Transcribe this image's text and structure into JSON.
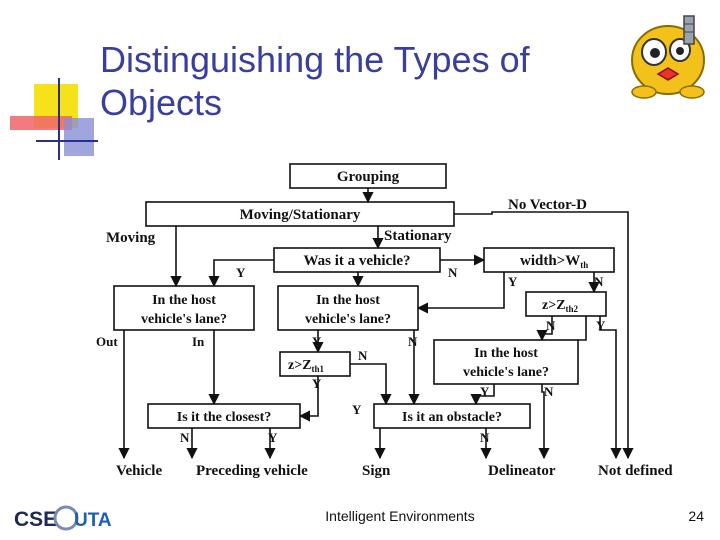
{
  "slide": {
    "title": "Distinguishing the Types of Objects",
    "footer_center": "Intelligent Environments",
    "page_number": "24",
    "accent_colors": {
      "title": "#3a3f9e",
      "deco_yellow": "#f5e21a",
      "deco_red": "#e8321e",
      "deco_blue": "#2b2f8c"
    }
  },
  "logo": {
    "left": "CSE",
    "right": "UTA",
    "colors": {
      "cse": "#1e2a55",
      "uta": "#1f5fb0"
    }
  },
  "mascot": {
    "icon": "robot-mascot-icon"
  },
  "flowchart": {
    "grouping": "Grouping",
    "moving_stationary": "Moving/Stationary",
    "no_vector_d": "No Vector-D",
    "moving": "Moving",
    "stationary": "Stationary",
    "was_vehicle": "Was it a vehicle?",
    "width_label": "width>W",
    "width_sub": "th",
    "host_lane_1a": "In the host",
    "host_lane_1b": "vehicle's lane?",
    "host_lane_2a": "In the host",
    "host_lane_2b": "vehicle's lane?",
    "z_th2_label": "z>Z",
    "z_th2_sub": "th2",
    "z_th1_label": "z>Z",
    "z_th1_sub": "th1",
    "host_lane_3a": "In the host",
    "host_lane_3b": "vehicle's lane?",
    "is_closest": "Is it the closest?",
    "is_obstacle": "Is it an obstacle?",
    "y": "Y",
    "n": "N",
    "out": "Out",
    "in": "In",
    "outputs": {
      "vehicle": "Vehicle",
      "preceding_vehicle": "Preceding vehicle",
      "sign": "Sign",
      "delineator": "Delineator",
      "not_defined": "Not defined"
    }
  }
}
